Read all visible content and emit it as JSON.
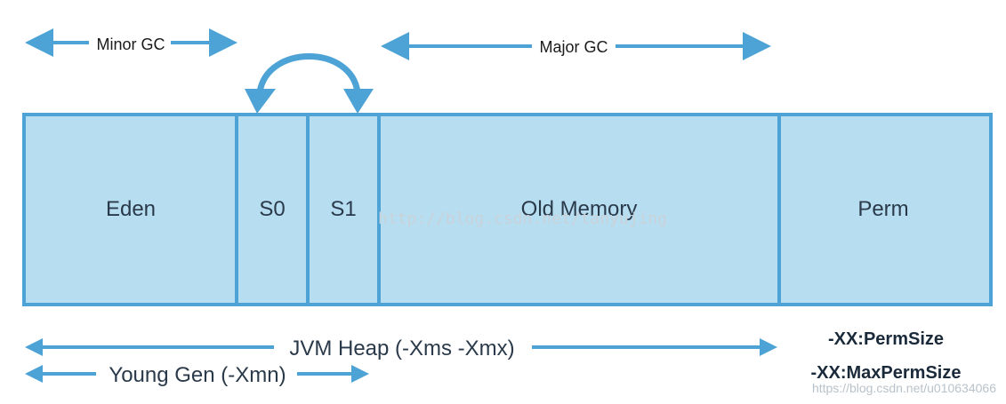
{
  "top_arrows": {
    "minor_gc": "Minor GC",
    "major_gc": "Major GC"
  },
  "regions": {
    "eden": "Eden",
    "s0": "S0",
    "s1": "S1",
    "old": "Old Memory",
    "perm": "Perm"
  },
  "bottom_arrows": {
    "jvm_heap": "JVM Heap (-Xms -Xmx)",
    "young_gen": "Young Gen (-Xmn)"
  },
  "perm_options": {
    "perm_size": "-XX:PermSize",
    "max_perm_size": "-XX:MaxPermSize"
  },
  "watermarks": {
    "center": "http://blog.csdn.net/tanyujing",
    "corner": "https://blog.csdn.net/u010634066"
  },
  "colors": {
    "fill": "#b6def0",
    "stroke": "#4ea3d6",
    "arrow": "#4ea3d6"
  }
}
